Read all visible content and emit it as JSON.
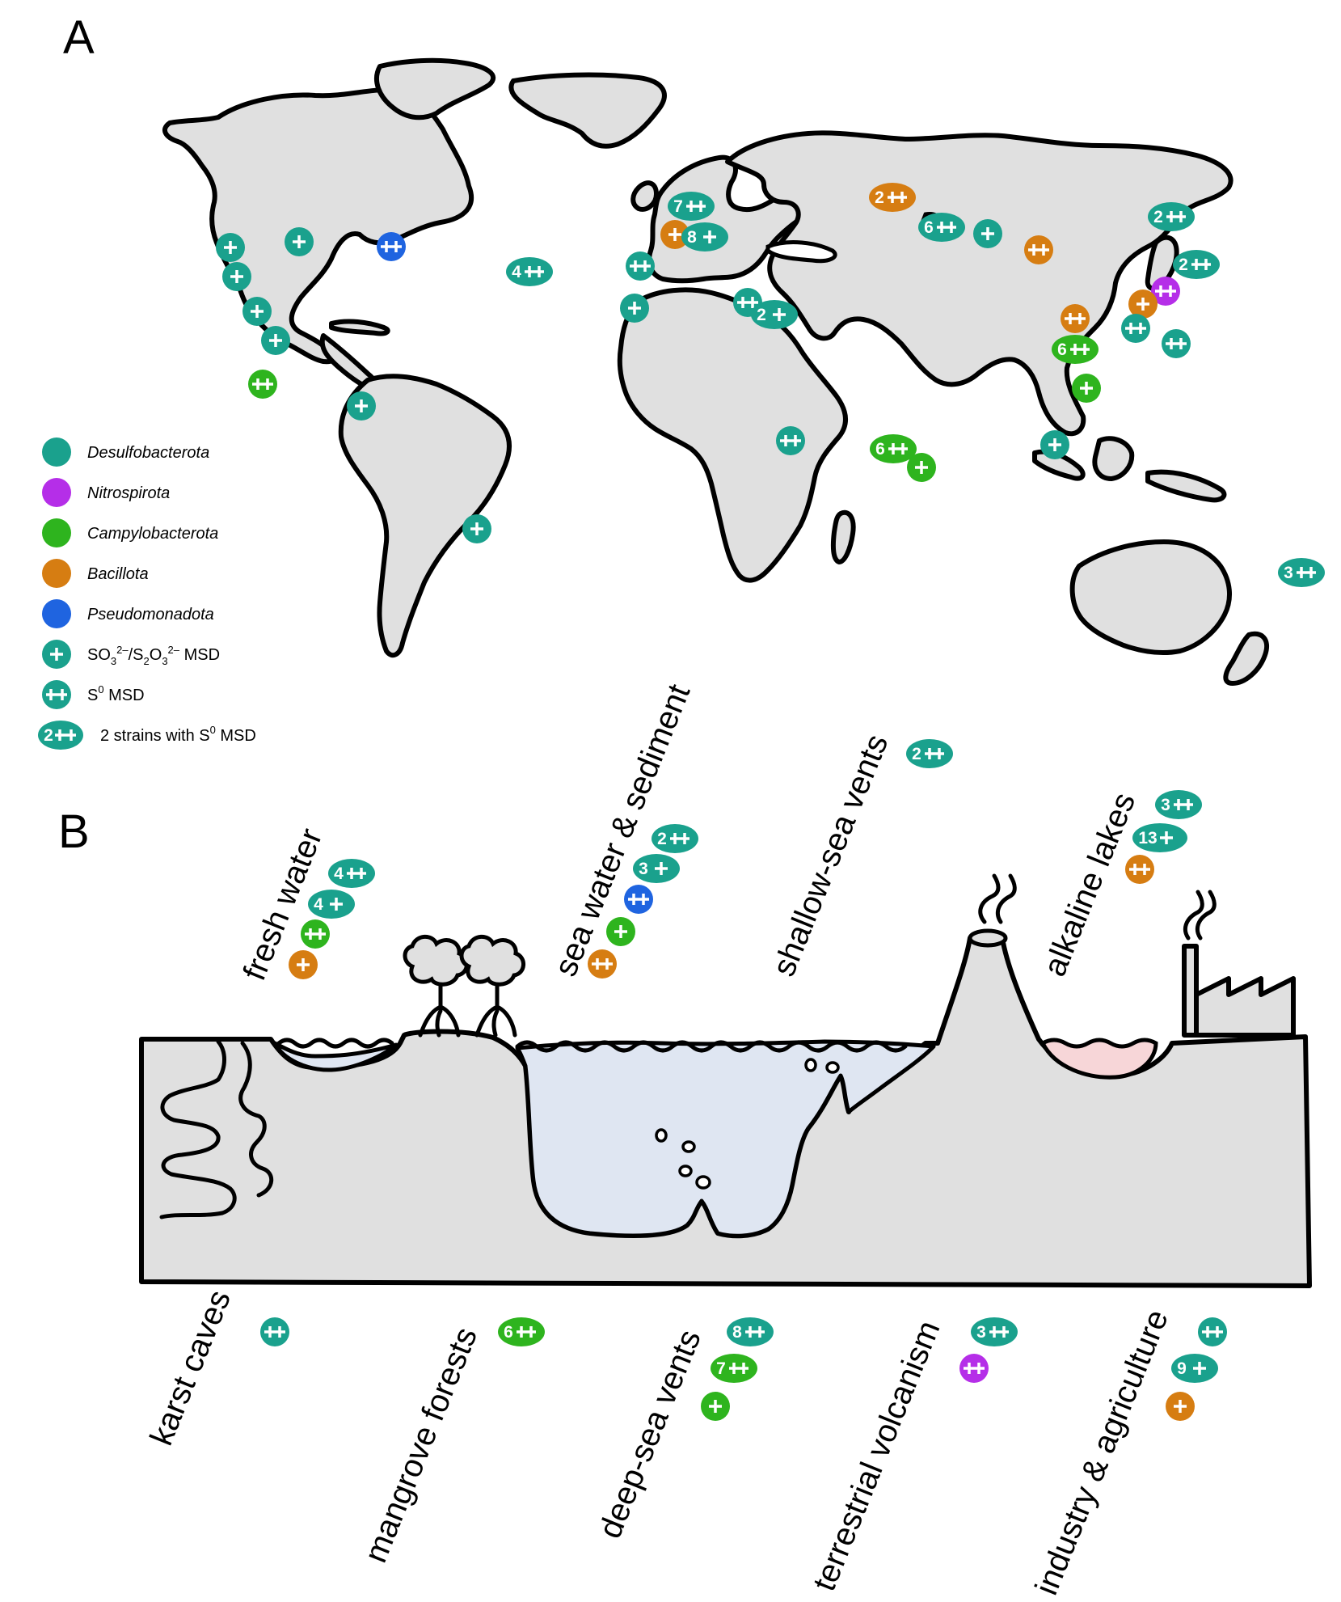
{
  "panels": {
    "a": "A",
    "b": "B"
  },
  "legend": {
    "items": [
      {
        "label": "Desulfobacterota",
        "color": "#1aa18d",
        "italic": true
      },
      {
        "label": "Nitrospirota",
        "color": "#b52ee8",
        "italic": true
      },
      {
        "label": "Campylobacterota",
        "color": "#2eb41e",
        "italic": true
      },
      {
        "label": "Bacillota",
        "color": "#d67d12",
        "italic": true
      },
      {
        "label": "Pseudomonadota",
        "color": "#1f64e0",
        "italic": true
      }
    ],
    "marker_keys": [
      {
        "label": "SO3 2–/S2O3 2– MSD",
        "icon": "plus-icon"
      },
      {
        "label": "S0 MSD",
        "icon": "double-plus-icon"
      },
      {
        "label": "2 strains with S0 MSD",
        "icon": "double-plus-icon",
        "count": "2"
      }
    ]
  },
  "habitats": {
    "fresh_water": "fresh water",
    "sea_water": "sea water & sediment",
    "shallow_vents": "shallow-sea vents",
    "alkaline_lakes": "alkaline lakes",
    "karst_caves": "karst caves",
    "mangrove_forests": "mangrove forests",
    "deep_sea_vents": "deep-sea vents",
    "terrestrial_volcanism": "terrestrial volcanism",
    "industry_agriculture": "industry & agriculture"
  },
  "map_markers": [
    {
      "region": "north-america",
      "phylum": "Desulfobacterota",
      "type": "S",
      "count": ""
    },
    {
      "region": "north-america",
      "phylum": "Desulfobacterota",
      "type": "S",
      "count": ""
    },
    {
      "region": "north-america",
      "phylum": "Desulfobacterota",
      "type": "S",
      "count": ""
    },
    {
      "region": "north-america",
      "phylum": "Desulfobacterota",
      "type": "S",
      "count": ""
    },
    {
      "region": "north-america",
      "phylum": "Desulfobacterota",
      "type": "S",
      "count": ""
    },
    {
      "region": "north-america",
      "phylum": "Pseudomonadota",
      "type": "D",
      "count": ""
    },
    {
      "region": "pacific",
      "phylum": "Campylobacterota",
      "type": "D",
      "count": ""
    },
    {
      "region": "south-america",
      "phylum": "Desulfobacterota",
      "type": "S",
      "count": ""
    },
    {
      "region": "south-america",
      "phylum": "Desulfobacterota",
      "type": "S",
      "count": ""
    },
    {
      "region": "atlantic",
      "phylum": "Desulfobacterota",
      "type": "D",
      "count": "4"
    },
    {
      "region": "europe",
      "phylum": "Desulfobacterota",
      "type": "D",
      "count": "7"
    },
    {
      "region": "europe",
      "phylum": "Bacillota",
      "type": "S",
      "count": ""
    },
    {
      "region": "europe",
      "phylum": "Desulfobacterota",
      "type": "S",
      "count": "8"
    },
    {
      "region": "europe",
      "phylum": "Desulfobacterota",
      "type": "D",
      "count": ""
    },
    {
      "region": "africa",
      "phylum": "Desulfobacterota",
      "type": "S",
      "count": ""
    },
    {
      "region": "africa",
      "phylum": "Desulfobacterota",
      "type": "D",
      "count": ""
    },
    {
      "region": "africa",
      "phylum": "Desulfobacterota",
      "type": "S",
      "count": "2"
    },
    {
      "region": "africa",
      "phylum": "Desulfobacterota",
      "type": "D",
      "count": ""
    },
    {
      "region": "indian-ocean",
      "phylum": "Campylobacterota",
      "type": "D",
      "count": "6"
    },
    {
      "region": "indian-ocean",
      "phylum": "Campylobacterota",
      "type": "S",
      "count": ""
    },
    {
      "region": "asia",
      "phylum": "Bacillota",
      "type": "D",
      "count": "2"
    },
    {
      "region": "asia",
      "phylum": "Desulfobacterota",
      "type": "D",
      "count": "6"
    },
    {
      "region": "asia",
      "phylum": "Desulfobacterota",
      "type": "S",
      "count": ""
    },
    {
      "region": "asia",
      "phylum": "Bacillota",
      "type": "D",
      "count": ""
    },
    {
      "region": "east-asia",
      "phylum": "Desulfobacterota",
      "type": "D",
      "count": "2"
    },
    {
      "region": "east-asia",
      "phylum": "Desulfobacterota",
      "type": "D",
      "count": "2"
    },
    {
      "region": "east-asia",
      "phylum": "Nitrospirota",
      "type": "D",
      "count": ""
    },
    {
      "region": "east-asia",
      "phylum": "Bacillota",
      "type": "S",
      "count": ""
    },
    {
      "region": "east-asia",
      "phylum": "Bacillota",
      "type": "D",
      "count": ""
    },
    {
      "region": "east-asia",
      "phylum": "Desulfobacterota",
      "type": "D",
      "count": ""
    },
    {
      "region": "east-asia",
      "phylum": "Desulfobacterota",
      "type": "D",
      "count": ""
    },
    {
      "region": "east-asia",
      "phylum": "Campylobacterota",
      "type": "D",
      "count": "6"
    },
    {
      "region": "east-asia",
      "phylum": "Campylobacterota",
      "type": "S",
      "count": ""
    },
    {
      "region": "southeast-asia",
      "phylum": "Desulfobacterota",
      "type": "S",
      "count": ""
    },
    {
      "region": "pacific",
      "phylum": "Desulfobacterota",
      "type": "D",
      "count": "3"
    }
  ],
  "habitat_markers": [
    {
      "habitat": "fresh water",
      "phylum": "Desulfobacterota",
      "type": "D",
      "count": "4"
    },
    {
      "habitat": "fresh water",
      "phylum": "Desulfobacterota",
      "type": "S",
      "count": "4"
    },
    {
      "habitat": "fresh water",
      "phylum": "Campylobacterota",
      "type": "D",
      "count": ""
    },
    {
      "habitat": "fresh water",
      "phylum": "Bacillota",
      "type": "S",
      "count": ""
    },
    {
      "habitat": "sea water & sediment",
      "phylum": "Desulfobacterota",
      "type": "D",
      "count": "2"
    },
    {
      "habitat": "sea water & sediment",
      "phylum": "Desulfobacterota",
      "type": "S",
      "count": "3"
    },
    {
      "habitat": "sea water & sediment",
      "phylum": "Pseudomonadota",
      "type": "D",
      "count": ""
    },
    {
      "habitat": "sea water & sediment",
      "phylum": "Campylobacterota",
      "type": "S",
      "count": ""
    },
    {
      "habitat": "sea water & sediment",
      "phylum": "Bacillota",
      "type": "D",
      "count": ""
    },
    {
      "habitat": "shallow-sea vents",
      "phylum": "Desulfobacterota",
      "type": "D",
      "count": "2"
    },
    {
      "habitat": "alkaline lakes",
      "phylum": "Desulfobacterota",
      "type": "D",
      "count": "3"
    },
    {
      "habitat": "alkaline lakes",
      "phylum": "Desulfobacterota",
      "type": "S",
      "count": "13"
    },
    {
      "habitat": "alkaline lakes",
      "phylum": "Bacillota",
      "type": "D",
      "count": ""
    },
    {
      "habitat": "karst caves",
      "phylum": "Desulfobacterota",
      "type": "D",
      "count": ""
    },
    {
      "habitat": "mangrove forests",
      "phylum": "Campylobacterota",
      "type": "D",
      "count": "6"
    },
    {
      "habitat": "deep-sea vents",
      "phylum": "Desulfobacterota",
      "type": "D",
      "count": "8"
    },
    {
      "habitat": "deep-sea vents",
      "phylum": "Campylobacterota",
      "type": "D",
      "count": "7"
    },
    {
      "habitat": "deep-sea vents",
      "phylum": "Campylobacterota",
      "type": "S",
      "count": ""
    },
    {
      "habitat": "terrestrial volcanism",
      "phylum": "Desulfobacterota",
      "type": "D",
      "count": "3"
    },
    {
      "habitat": "terrestrial volcanism",
      "phylum": "Nitrospirota",
      "type": "D",
      "count": ""
    },
    {
      "habitat": "industry & agriculture",
      "phylum": "Desulfobacterota",
      "type": "D",
      "count": ""
    },
    {
      "habitat": "industry & agriculture",
      "phylum": "Desulfobacterota",
      "type": "S",
      "count": "9"
    },
    {
      "habitat": "industry & agriculture",
      "phylum": "Bacillota",
      "type": "S",
      "count": ""
    }
  ]
}
